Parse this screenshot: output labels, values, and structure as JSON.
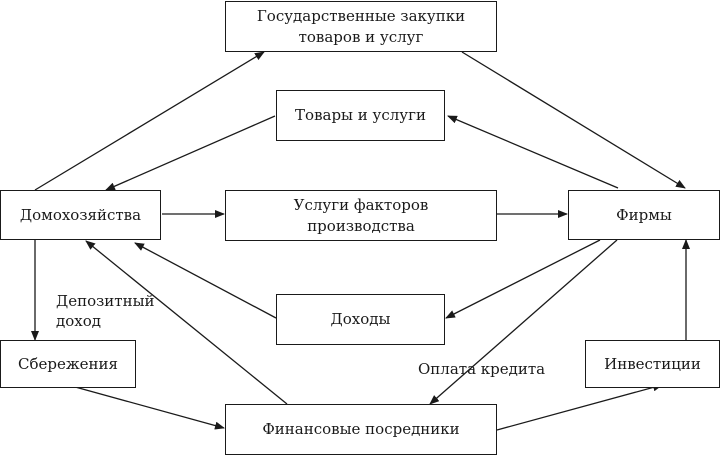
{
  "nodes": {
    "gov": "Государственные закупки\nтоваров и услуг",
    "goods": "Товары и услуги",
    "households": "Домохозяйства",
    "factors": "Услуги факторов\nпроизводства",
    "firms": "Фирмы",
    "income": "Доходы",
    "savings": "Сбережения",
    "investments": "Инвестиции",
    "intermediaries": "Финансовые посредники"
  },
  "labels": {
    "deposit_income": "Депозитный\nдоход",
    "credit_payment": "Оплата кредита"
  }
}
